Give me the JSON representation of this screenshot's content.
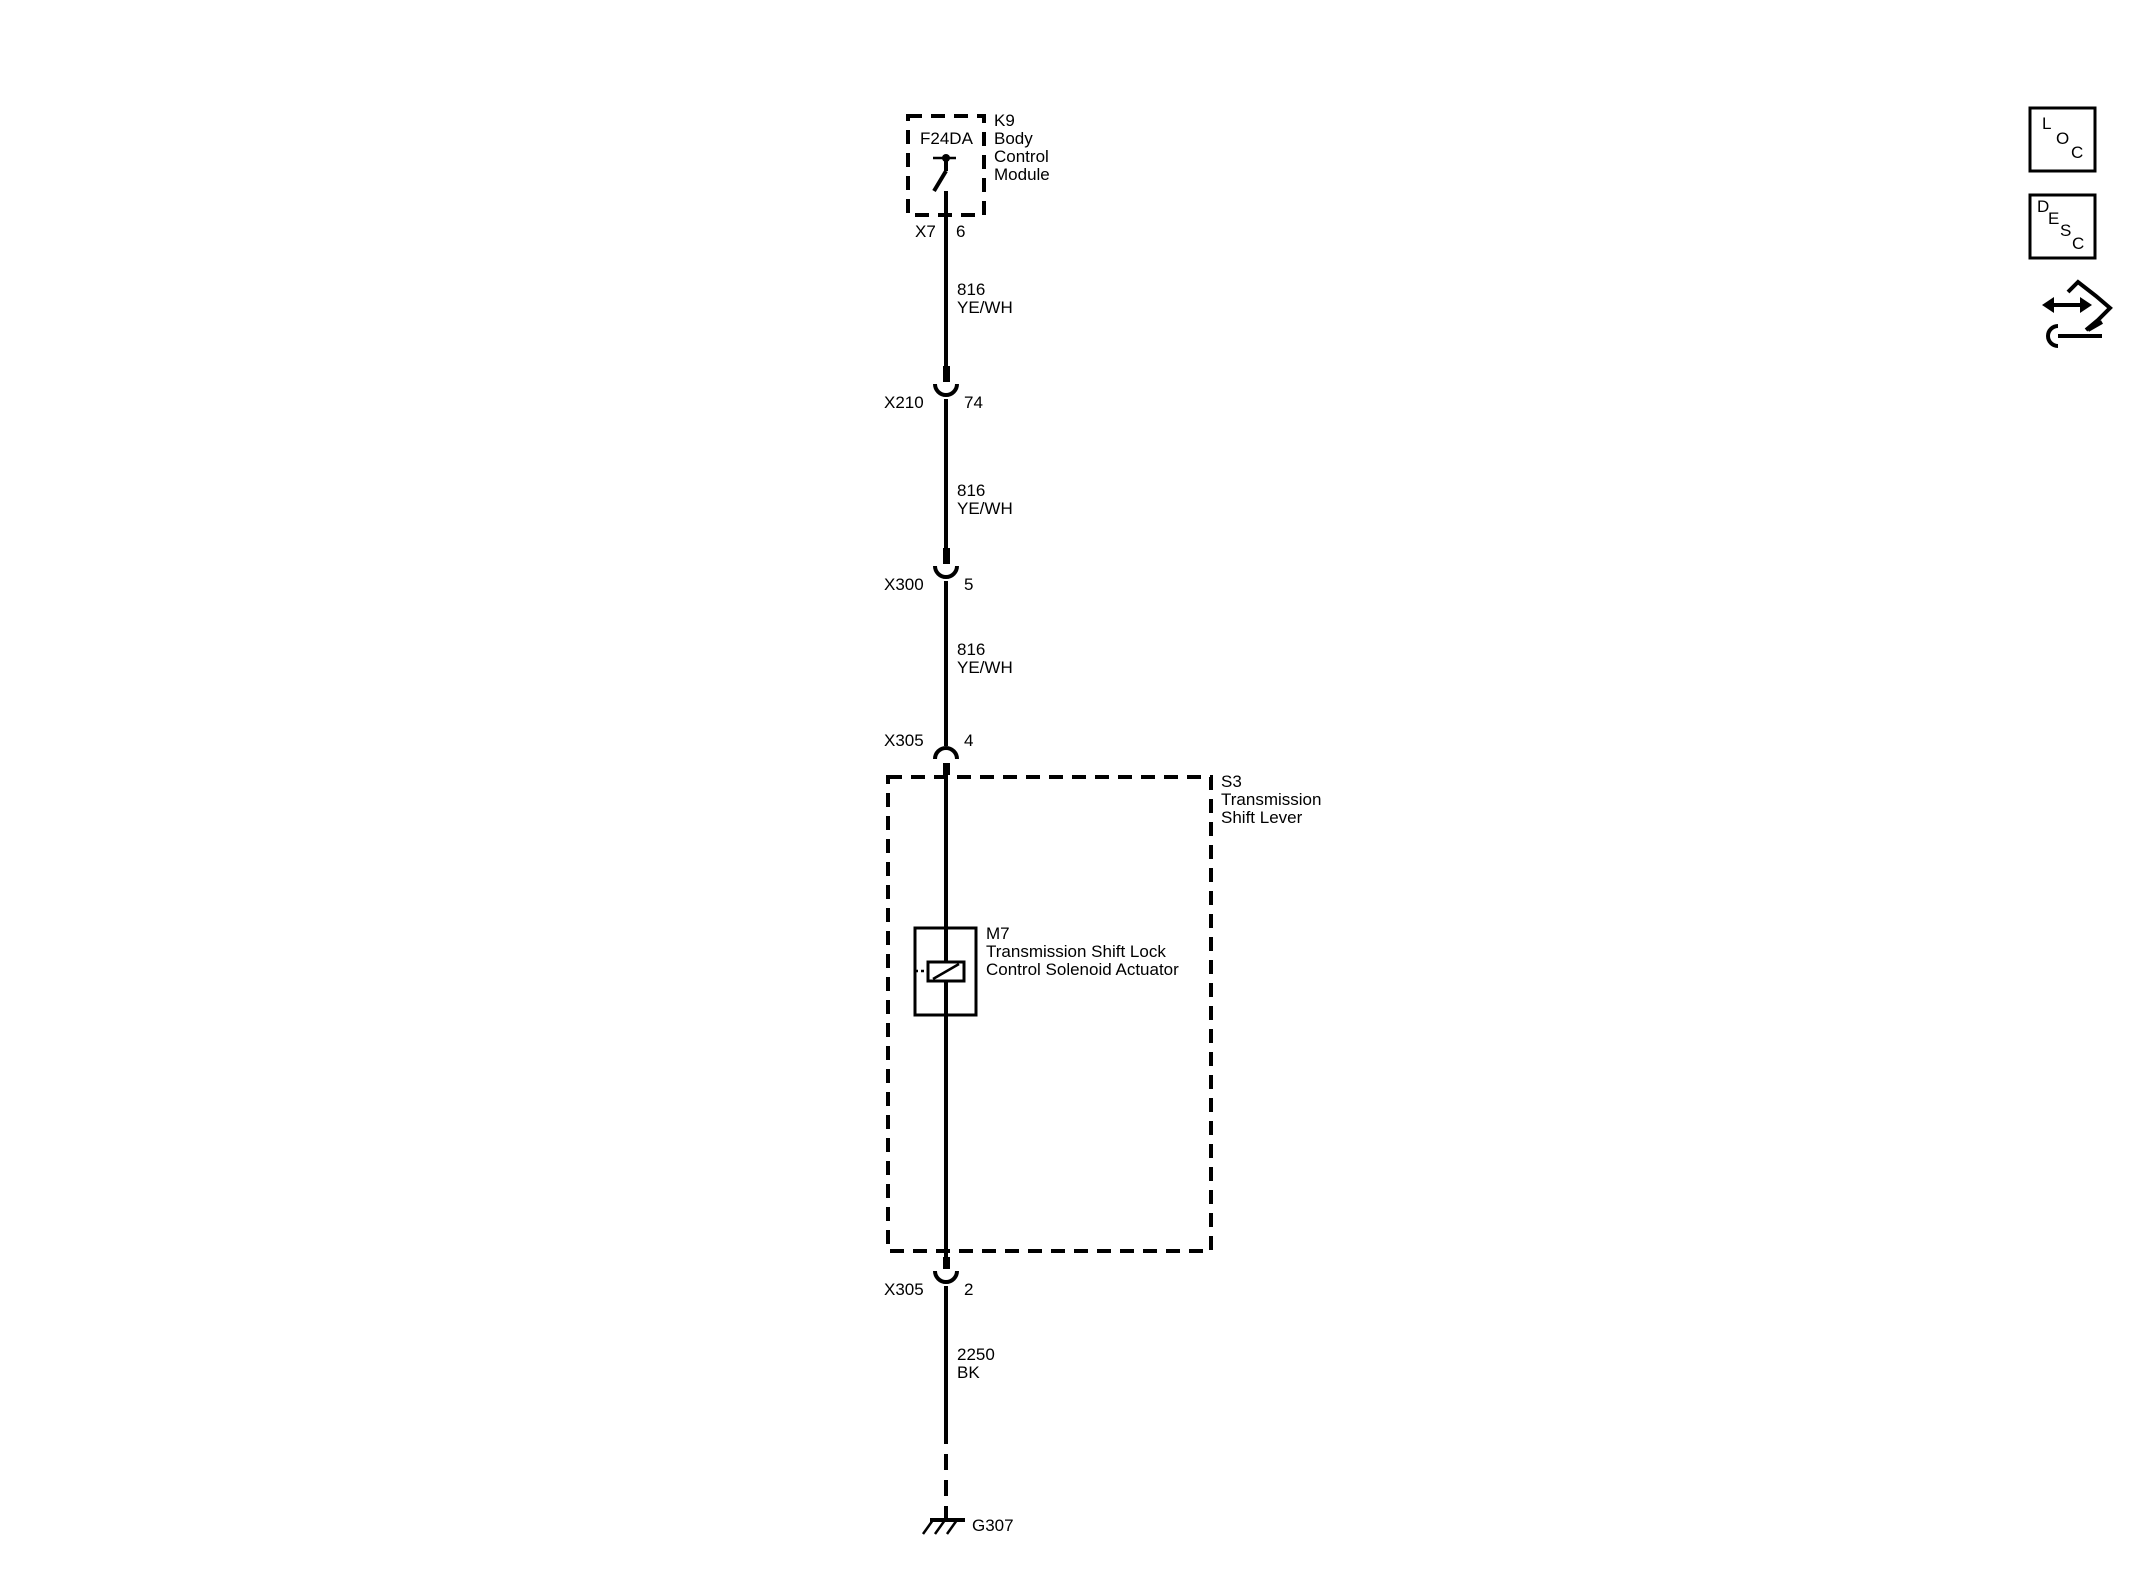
{
  "diagram": {
    "k9": {
      "device_code": "F24DA",
      "ref": "K9",
      "name_lines": [
        "Body",
        "Control",
        "Module"
      ],
      "connector": "X7",
      "pin": "6"
    },
    "wire_segments": [
      {
        "circuit": "816",
        "color": "YE/WH"
      },
      {
        "circuit": "816",
        "color": "YE/WH"
      },
      {
        "circuit": "816",
        "color": "YE/WH"
      },
      {
        "circuit": "2250",
        "color": "BK"
      }
    ],
    "inline_connectors": [
      {
        "connector": "X210",
        "pin": "74"
      },
      {
        "connector": "X300",
        "pin": "5"
      },
      {
        "connector": "X305",
        "pin": "4"
      },
      {
        "connector": "X305",
        "pin": "2"
      }
    ],
    "s3": {
      "ref": "S3",
      "name_lines": [
        "Transmission",
        "Shift Lever"
      ]
    },
    "m7": {
      "ref": "M7",
      "name_lines": [
        "Transmission Shift Lock",
        "Control Solenoid Actuator"
      ]
    },
    "ground": {
      "ref": "G307"
    }
  },
  "side_buttons": {
    "loc": {
      "letters": [
        "L",
        "O",
        "C"
      ]
    },
    "desc": {
      "letters": [
        "D",
        "E",
        "S",
        "C"
      ]
    }
  }
}
